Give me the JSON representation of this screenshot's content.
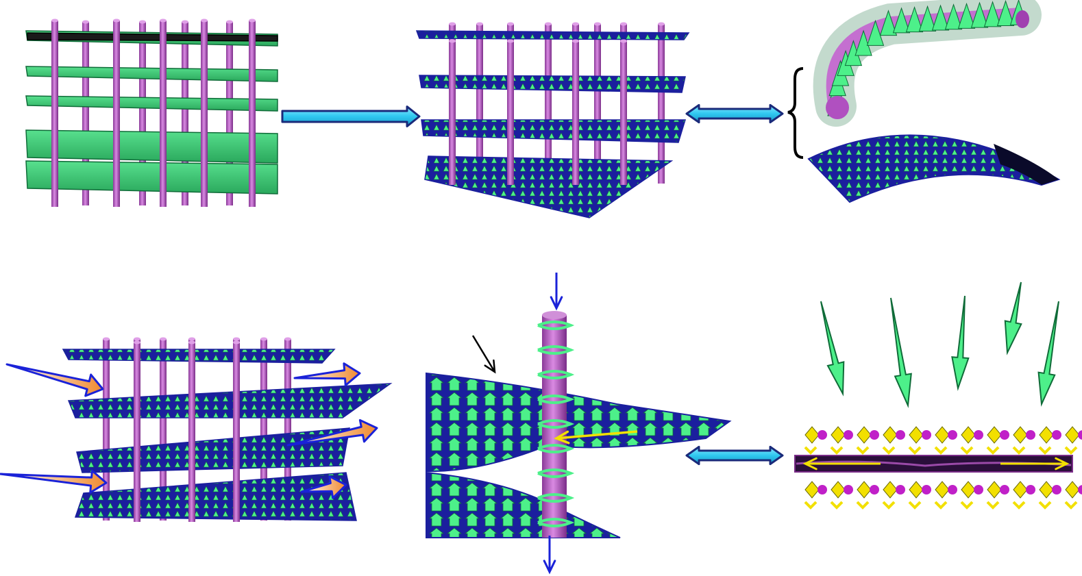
{
  "figure": {
    "panels": [
      {
        "id": "top-left",
        "depicts": "rods-and-sheets-lattice"
      },
      {
        "id": "top-middle",
        "depicts": "decorated-rods-and-sheets-lattice"
      },
      {
        "id": "top-right-rod",
        "depicts": "bent-decorated-rod"
      },
      {
        "id": "top-right-sheet",
        "depicts": "bent-decorated-sheet"
      },
      {
        "id": "bottom-left",
        "depicts": "lattice-with-flow-arrows"
      },
      {
        "id": "bottom-middle",
        "depicts": "zoomed-rod-through-sheet"
      },
      {
        "id": "bottom-right",
        "depicts": "layered-crystal-with-incoming-arrows"
      }
    ],
    "colors": {
      "rod": "#c46fd0",
      "rod_dark": "#8a3a98",
      "sheet_green": "#3fd07a",
      "sheet_dark": "#0f6b38",
      "spike_green": "#4df08a",
      "sheet_blue": "#1b1f9e",
      "arrow_cyan": "#2fc8f0",
      "arrow_orange": "#f08a30",
      "arrow_blue": "#1a22d8",
      "yellow": "#f2e000",
      "magenta": "#c020c8",
      "black": "#000000"
    }
  }
}
